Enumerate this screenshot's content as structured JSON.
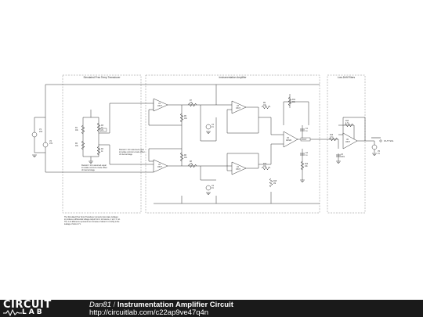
{
  "header": {
    "author": "Dan81",
    "separator": " / ",
    "title": "Instrumentation Amplifier Circuit",
    "url": "http://circuitlab.com/c22ap9ve47q4n"
  },
  "brand": {
    "logo_top": "CIRCUIT",
    "logo_bottom": "LAB"
  },
  "colors": {
    "footer_bg": "#1a1a1a",
    "footer_text": "#ffffff",
    "wire": "#333333",
    "box_border": "#888888"
  },
  "schematic": {
    "sections": [
      {
        "id": "s1",
        "label": "Simulated Pres Temp Transducer"
      },
      {
        "id": "s2",
        "label": "Instrumentation Amplifier"
      },
      {
        "id": "s3",
        "label": "Low-Drift Filters"
      }
    ],
    "opamps": [
      {
        "id": "u1",
        "ref": "U1",
        "part": "OP27"
      },
      {
        "id": "u2",
        "ref": "U2",
        "part": "OP27"
      },
      {
        "id": "u3",
        "ref": "U3",
        "part": "OP27"
      },
      {
        "id": "u4",
        "ref": "U4",
        "part": "OP27"
      },
      {
        "id": "u5",
        "ref": "U5",
        "part": "AD620"
      },
      {
        "id": "u6",
        "ref": "U6",
        "part": "OP27"
      }
    ],
    "resistors": [
      {
        "id": "r1",
        "ref": "R1",
        "value": "10k"
      },
      {
        "id": "r2",
        "ref": "R2",
        "value": "10k"
      },
      {
        "id": "r3",
        "ref": "R3",
        "value": "1k"
      },
      {
        "id": "r4",
        "ref": "R4",
        "value": "1k"
      },
      {
        "id": "r5",
        "ref": "R5",
        "value": "10k"
      },
      {
        "id": "r6",
        "ref": "R6",
        "value": "10k"
      },
      {
        "id": "r7",
        "ref": "R7",
        "value": "10k"
      },
      {
        "id": "r8",
        "ref": "R8",
        "value": "10k"
      },
      {
        "id": "r9",
        "ref": "R9",
        "value": "10k"
      },
      {
        "id": "r10",
        "ref": "R10",
        "value": "10k"
      },
      {
        "id": "r11",
        "ref": "R11",
        "value": "10k"
      },
      {
        "id": "r12",
        "ref": "R12",
        "value": "10k"
      },
      {
        "id": "r13",
        "ref": "R13",
        "value": "4.7k"
      },
      {
        "id": "r14",
        "ref": "R14",
        "value": "4.7k"
      },
      {
        "id": "r15",
        "ref": "R15",
        "value": "1M"
      }
    ],
    "capacitors": [
      {
        "id": "c1",
        "ref": "C1",
        "value": "1u"
      },
      {
        "id": "c2",
        "ref": "C2",
        "value": "1u"
      },
      {
        "id": "c3",
        "ref": "C3",
        "value": "100n"
      }
    ],
    "sources": [
      {
        "id": "v1",
        "ref": "V1",
        "value": "15V"
      },
      {
        "id": "v2",
        "ref": "V2",
        "value": "15V"
      },
      {
        "id": "v3",
        "ref": "V3",
        "value": "1V"
      },
      {
        "id": "v4",
        "ref": "V4",
        "value": "1V"
      },
      {
        "id": "v5",
        "ref": "V5",
        "value": "1V"
      }
    ],
    "nets": [
      {
        "id": "vin",
        "label": "Vin"
      },
      {
        "id": "vout",
        "label": "VOUT"
      }
    ],
    "output_label": "OUT SIG",
    "notes": [
      {
        "id": "n1",
        "lines": [
          "Resistor / trim assumed equal",
          "to isolate common-mode offset",
          "of internal stage"
        ]
      },
      {
        "id": "n2",
        "lines": [
          "Resistor / trim assumed equal",
          "to isolate common-mode offset",
          "of internal stage"
        ]
      },
      {
        "id": "n3",
        "lines": [
          "The Simulated Pres Temp Transducer converts input state (voltage)",
          "to produce a differential voltage output from 1 mA source, 1 uA = 1 nA.",
          "The 1 nA difference represents an increase of about 0.1 mmHg to the",
          "leakage of about 1 V."
        ]
      }
    ]
  }
}
